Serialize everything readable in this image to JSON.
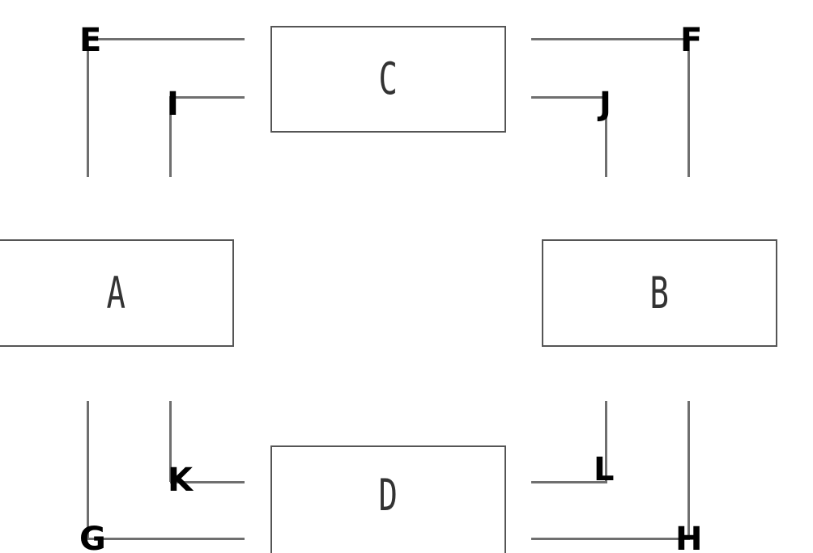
{
  "diagram": {
    "boxes": {
      "a": "A",
      "b": "B",
      "c": "C",
      "d": "D"
    },
    "points": {
      "e": "E",
      "f": "F",
      "g": "G",
      "h": "H",
      "i": "I",
      "j": "J",
      "k": "K",
      "l": "L"
    }
  },
  "colors": {
    "line": "#6f6f6f",
    "box_border": "#555555",
    "box_text": "#333333",
    "point_label": "#000000"
  }
}
